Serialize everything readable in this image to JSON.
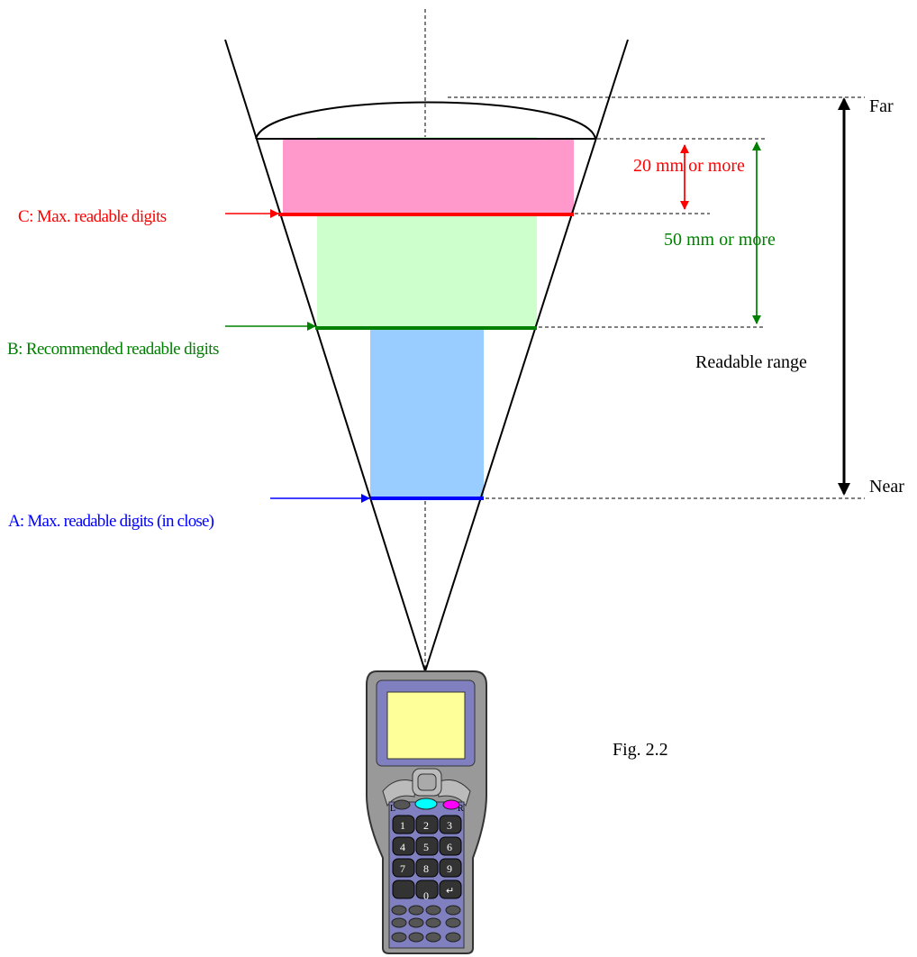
{
  "labels": {
    "far": "Far",
    "near": "Near",
    "readable_range": "Readable range",
    "gap_20": "20 mm or more",
    "gap_50": "50 mm or more",
    "c_label": "C: Max. readable digits",
    "b_label": "B: Recommended readable digits",
    "a_label": "A: Max. readable digits (in close)",
    "figure": "Fig. 2.2"
  },
  "keypad": {
    "side_left": "L",
    "side_right": "R",
    "keys": [
      "1",
      "2",
      "3",
      "4",
      "5",
      "6",
      "7",
      "8",
      "9",
      "0"
    ],
    "enter_symbol": "↵"
  },
  "colors": {
    "c_band": "#ff99cc",
    "c_line": "#ff0000",
    "b_band": "#ccffcc",
    "b_line": "#008000",
    "a_band": "#99ccff",
    "a_line": "#0000ff",
    "device_body": "#999999",
    "device_screen": "#ffff99",
    "keypad_bg": "#8080c0",
    "cyan_key": "#00ffff",
    "magenta_key": "#ff00ff"
  }
}
